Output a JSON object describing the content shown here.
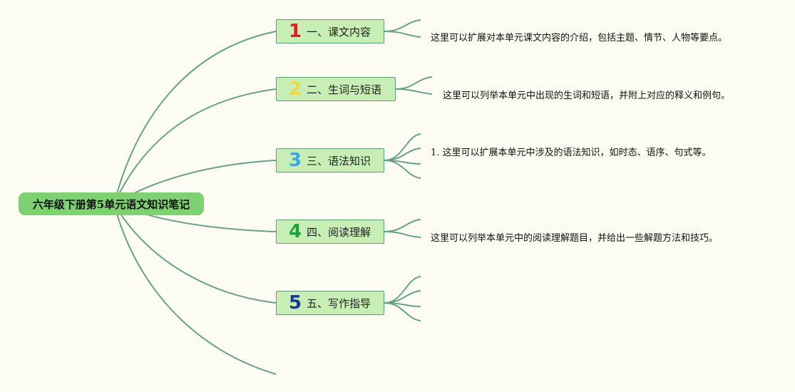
{
  "root": {
    "title": "六年级下册第5单元语文知识笔记"
  },
  "branches": [
    {
      "number": "1",
      "color": "#d42424",
      "label": "一、课文内容",
      "note": "这里可以扩展对本单元课文内容的介绍，包括主题、情节、人物等要点。"
    },
    {
      "number": "2",
      "color": "#ecd84a",
      "label": "二、生词与短语",
      "note": "这里可以列举本单元中出现的生词和短语，并附上对应的释义和例句。"
    },
    {
      "number": "3",
      "color": "#3aa7e0",
      "label": "三、语法知识",
      "note": "1. 这里可以扩展本单元中涉及的语法知识，如时态、语序、句式等。"
    },
    {
      "number": "4",
      "color": "#19a53b",
      "label": "四、阅读理解",
      "note": "这里可以列举本单元中的阅读理解题目，并给出一些解题方法和技巧。"
    },
    {
      "number": "5",
      "color": "#1d3a8a",
      "label": "五、写作指导",
      "note": ""
    }
  ],
  "colors": {
    "line": "#6aa088",
    "root_bg": "#7ed072",
    "branch_bg": "#c7eeb5"
  }
}
